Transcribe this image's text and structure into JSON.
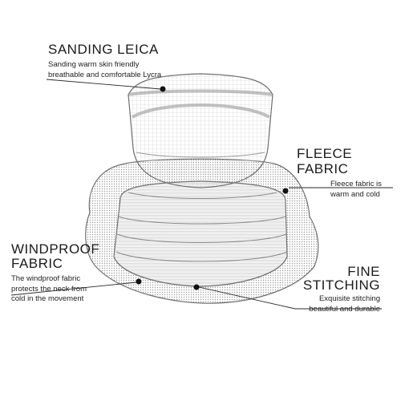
{
  "callouts": {
    "sanding": {
      "title": "SANDING LEICA",
      "desc_line1": "Sanding warm skin friendly",
      "desc_line2": "breathable and comfortable Lycra"
    },
    "fleece": {
      "title": "FLEECE FABRIC",
      "desc_line1": "Fleece fabric is",
      "desc_line2": "warm and cold"
    },
    "windproof": {
      "title_line1": "WINDPROOF",
      "title_line2": "FABRIC",
      "desc_line1": "The windproof fabric",
      "desc_line2": "protects the neck from",
      "desc_line3": "cold in the movement"
    },
    "fine": {
      "title_line1": "FINE",
      "title_line2": "STITCHING",
      "desc_line1": "Exquisite stitching",
      "desc_line2": "beautiful and durable"
    }
  },
  "colors": {
    "outline": "#6f6f6f",
    "mesh": "#bdbdbd",
    "leader": "#2a2a2a",
    "dot": "#111111"
  }
}
